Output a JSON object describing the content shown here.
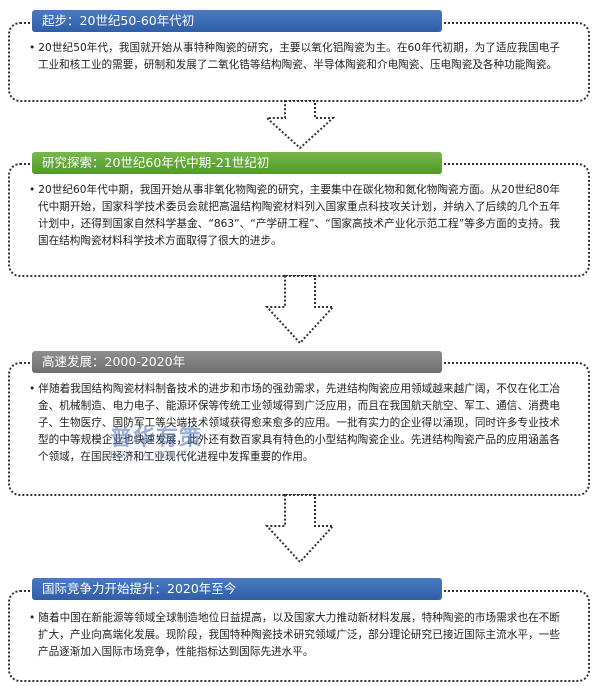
{
  "stages": [
    {
      "title": "起步：20世纪50-60年代初",
      "text": "20世纪50年代，我国就开始从事特种陶瓷的研究，主要以氧化铝陶瓷为主。在60年代初期，为了适应我国电子工业和核工业的需要，研制和发展了二氧化锆等结构陶瓷、半导体陶瓷和介电陶瓷、压电陶瓷及各种功能陶瓷。"
    },
    {
      "title": "研究探索：20世纪60年代中期-21世纪初",
      "text": "20世纪60年代中期，我国开始从事非氧化物陶瓷的研究，主要集中在碳化物和氮化物陶瓷方面。从20世纪80年代中期开始，国家科学技术委员会就把高温结构陶瓷材料列入国家重点科技攻关计划，并纳入了后续的几个五年计划中，还得到国家自然科学基金、“863”、“产学研工程”、“国家高技术产业化示范工程”等多方面的支持。我国在结构陶瓷材料科学技术方面取得了很大的进步。"
    },
    {
      "title": "高速发展：2000-2020年",
      "text": "伴随着我国结构陶瓷材料制备技术的进步和市场的强劲需求，先进结构陶瓷应用领域越来越广阔，不仅在化工冶金、机械制造、电力电子、能源环保等传统工业领域得到广泛应用，而且在我国航天航空、军工、通信、消费电子、生物医疗、国防军工等尖端技术领域获得愈来愈多的应用。一批有实力的企业得以涌现，同时许多专业技术型的中等规模企业也快速发展，此外还有数百家具有特色的小型结构陶瓷企业。先进结构陶瓷产品的应用涵盖各个领域，在国民经济和工业现代化进程中发挥重要的作用。"
    },
    {
      "title": "国际竞争力开始提升：2020年至今",
      "text": "随着中国在新能源等领域全球制造地位日益提高，以及国家大力推动新材料发展，特种陶瓷的市场需求也在不断扩大，产业向高端化发展。现阶段，我国特种陶瓷技术研究领域广泛，部分理论研究已接近国际主流水平，一些产品逐渐加入国际市场竞争，性能指标达到国际先进水平。"
    }
  ],
  "bullet": "•",
  "watermark": {
    "line1": "普华有策",
    "line2": "PUHUA POLICY"
  }
}
